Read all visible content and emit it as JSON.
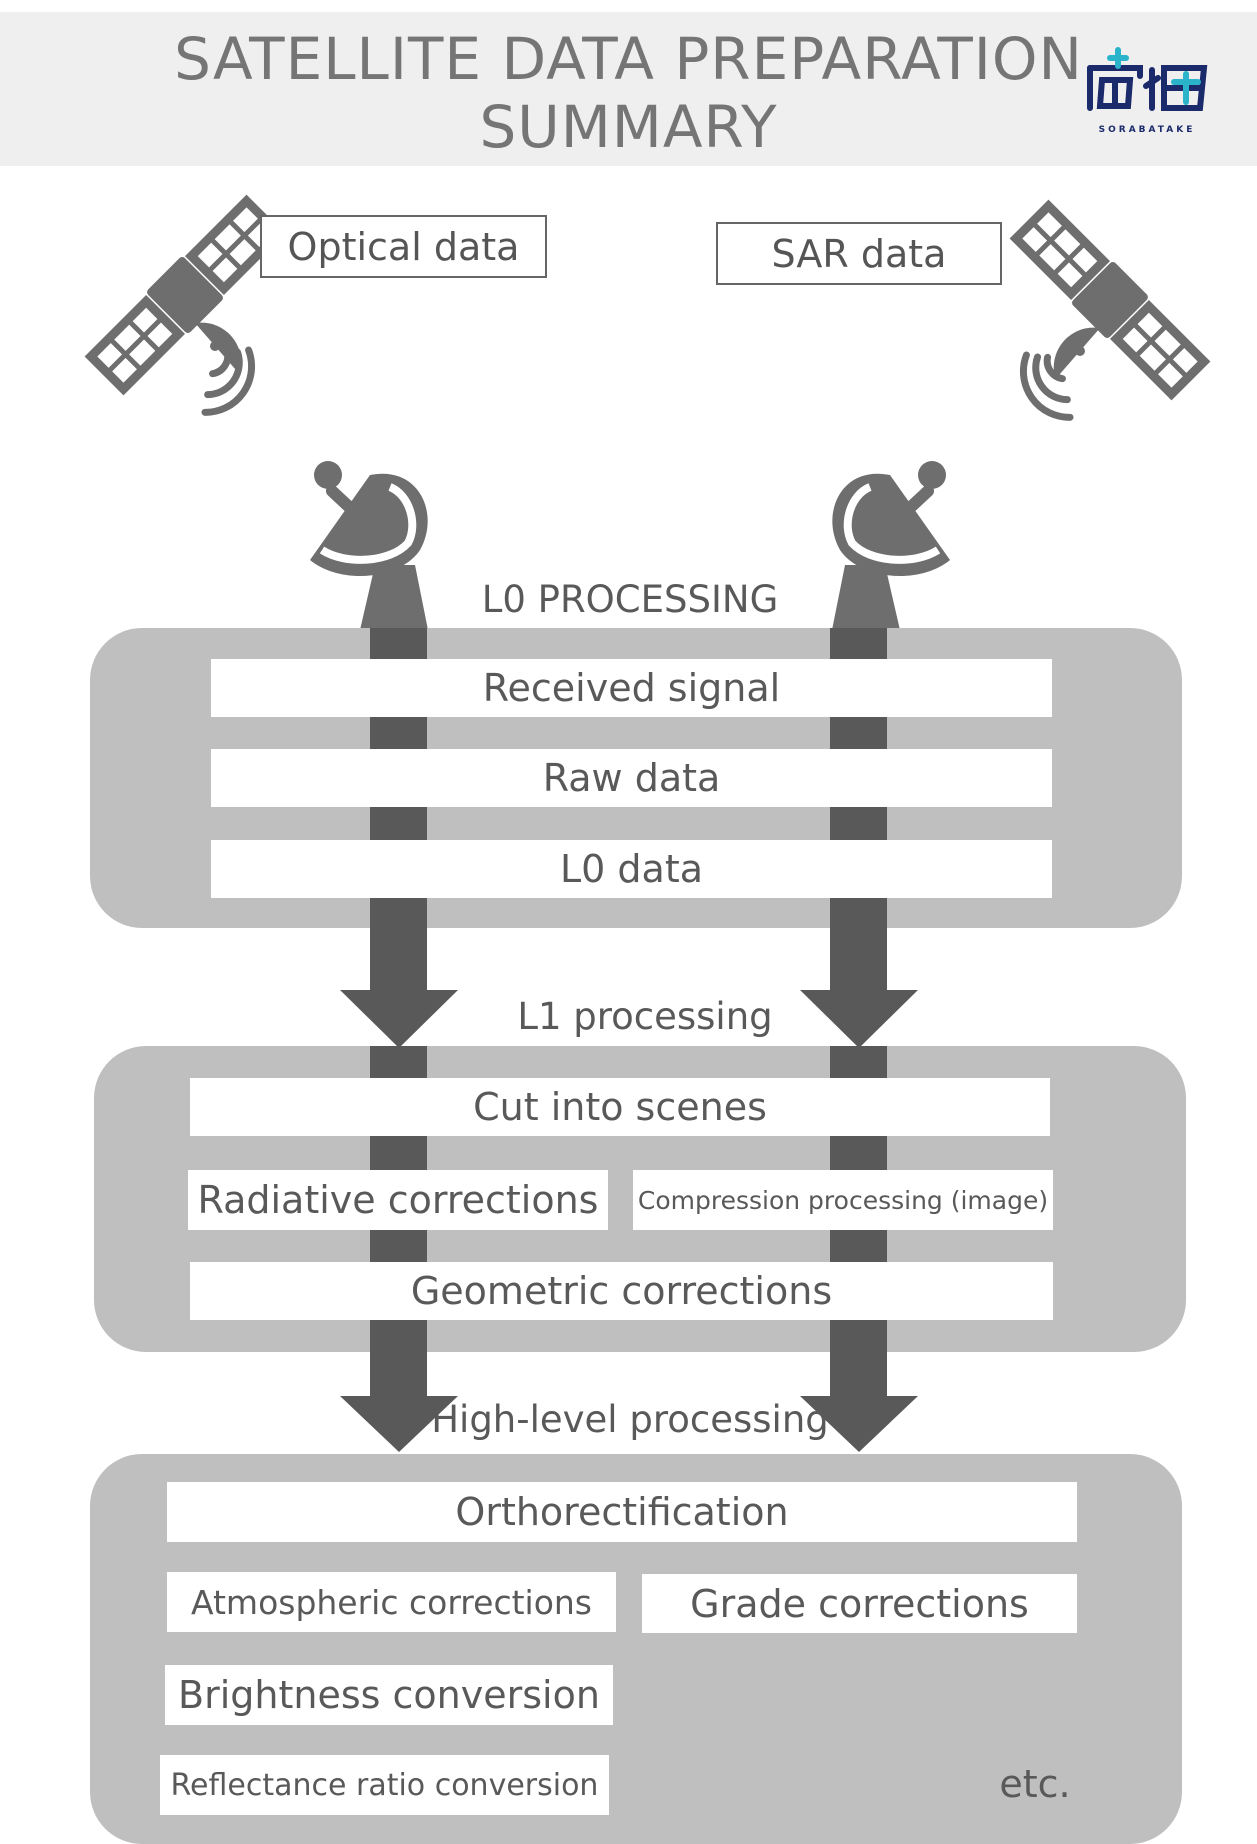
{
  "header": {
    "title_line1": "SATELLITE DATA PREPARATION",
    "title_line2": "SUMMARY",
    "logo_text": "SORABATAKE"
  },
  "sources": {
    "optical_label": "Optical data",
    "sar_label": "SAR data"
  },
  "l0": {
    "label": "L0 PROCESSING",
    "steps": [
      "Received signal",
      "Raw data",
      "L0 data"
    ]
  },
  "l1": {
    "label": "L1 processing",
    "cut": "Cut into scenes",
    "radiative": "Radiative corrections",
    "compression": "Compression processing (image)",
    "geometric": "Geometric corrections"
  },
  "high": {
    "label": "High-level processing",
    "ortho": "Orthorectification",
    "atmospheric": "Atmospheric corrections",
    "grade": "Grade corrections",
    "brightness": "Brightness conversion",
    "reflectance": "Reflectance ratio conversion",
    "etc": "etc."
  },
  "colors": {
    "panel": "#bfbfbf",
    "flow": "#595959",
    "icon": "#6e6e6e",
    "logo_blue": "#1b2a6b",
    "logo_accent": "#2bb3c9"
  },
  "icons": [
    "satellite-icon",
    "satellite-icon",
    "antenna-dish-icon",
    "antenna-dish-icon",
    "signal-waves-icon"
  ]
}
